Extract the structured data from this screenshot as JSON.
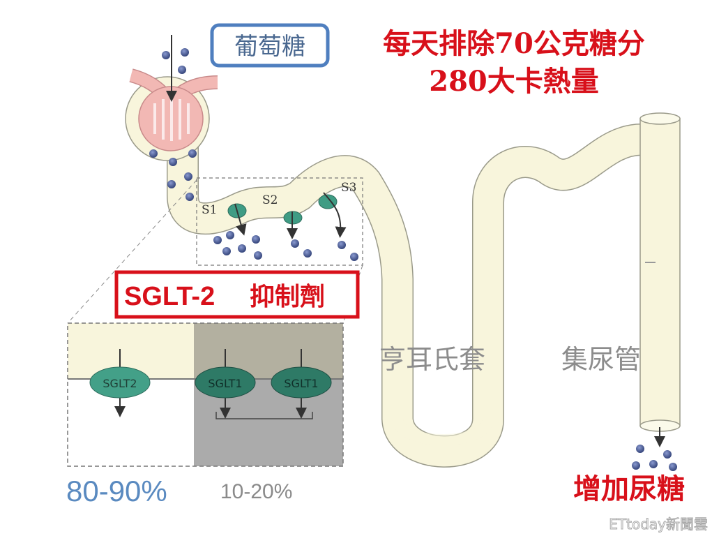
{
  "labels": {
    "glucose": "葡萄糖",
    "headline_line1": "每天排除70公克糖分",
    "headline_line2": "280大卡熱量",
    "segment_s1": "S1",
    "segment_s2": "S2",
    "segment_s3": "S3",
    "inhibitor_name": "SGLT-2",
    "inhibitor_suffix": "抑制劑",
    "transporter_sglt2": "SGLT2",
    "transporter_sglt1_a": "SGLT1",
    "transporter_sglt1_b": "SGLT1",
    "sglt2_share": "80-90%",
    "sglt1_share": "10-20%",
    "loop_of_henle": "亨耳氏套",
    "collecting_duct": "集尿管",
    "result": "增加尿糖",
    "watermark": "ETtoday新聞雲"
  },
  "colors": {
    "headline": "#d8101a",
    "glucose_box": "#4f7fbf",
    "tubule": "#f8f5dc",
    "transporter_sglt2": "#3f9c84",
    "transporter_sglt1": "#2e7a66",
    "glucose_dot": "#4a5a90",
    "share_blue": "#5a8ac0"
  }
}
